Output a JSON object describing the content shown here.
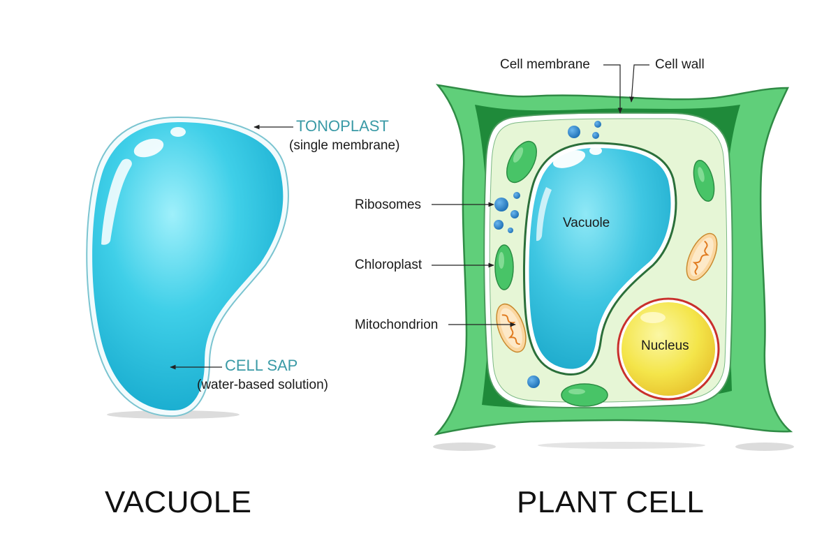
{
  "vacuole_panel": {
    "title": "VACUOLE",
    "tonoplast": {
      "label": "TONOPLAST",
      "note": "(single membrane)"
    },
    "cell_sap": {
      "label": "CELL SAP",
      "note": "(water-based solution)"
    }
  },
  "plant_cell_panel": {
    "title": "PLANT CELL",
    "labels": {
      "cell_membrane": "Cell membrane",
      "cell_wall": "Cell wall",
      "ribosomes": "Ribosomes",
      "chloroplast": "Chloroplast",
      "mitochondrion": "Mitochondrion",
      "vacuole": "Vacuole",
      "nucleus": "Nucleus"
    }
  },
  "colors": {
    "label_accent": "#3a9aa6",
    "vacuole_fill": "#2ec0dc",
    "cell_wall": "#5fd07a",
    "cytoplasm": "#e6f6d6",
    "nucleus": "#f4e24a",
    "chloroplast": "#48c467"
  }
}
